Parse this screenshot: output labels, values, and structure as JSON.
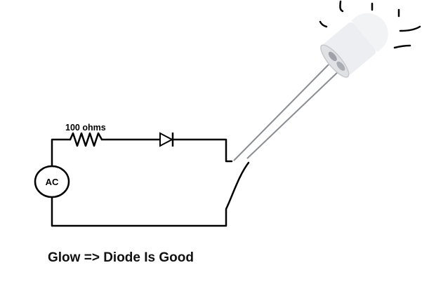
{
  "resistor_label": "100 ohms",
  "source_label": "AC",
  "caption": "Glow => Diode Is Good",
  "colors": {
    "wire": "#000000",
    "led_body": "#e9eaee",
    "lead": "#8a8d92"
  }
}
